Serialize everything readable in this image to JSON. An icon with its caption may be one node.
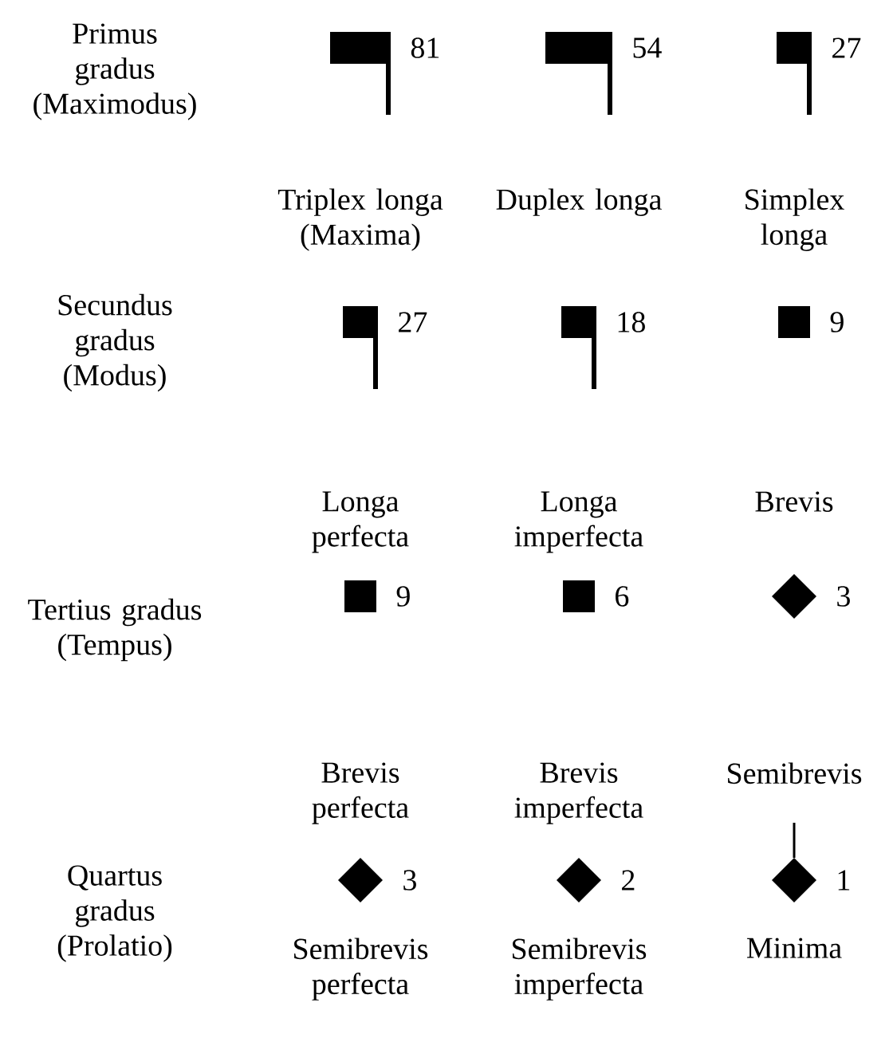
{
  "diagram": {
    "labels": [
      "Primus gradus (Maximodus)",
      "81",
      "Triplex longa (Maxima)",
      "54",
      "Duplex longa",
      "27",
      "Simplex longa",
      "Secundus gradus (Modus)",
      "27",
      "Longa perfecta",
      "18",
      "Longa imperfecta",
      "9",
      "Brevis",
      "Tertius gradus (Tempus)",
      "9",
      "Brevis perfecta",
      "6",
      "Brevis imperfecta",
      "3",
      "Semibrevis",
      "Quartus gradus (Prolatio)",
      "3",
      "Semibrevis perfecta",
      "2",
      "Semibrevis imperfecta",
      "1",
      "Minima"
    ]
  }
}
